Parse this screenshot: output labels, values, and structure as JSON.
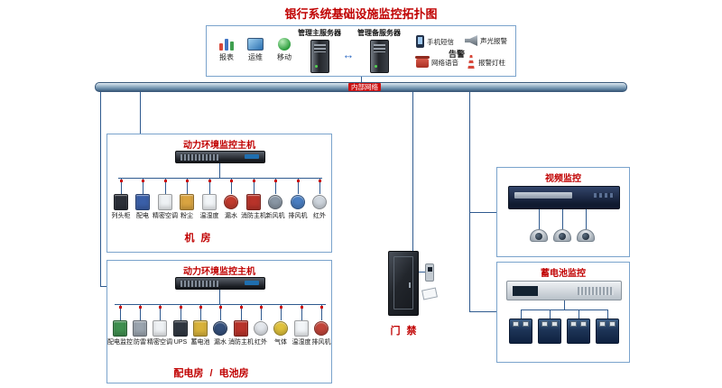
{
  "page": {
    "title": "银行系统基础设施监控拓扑图"
  },
  "network": {
    "bus_label": "内部网络"
  },
  "icons": {
    "sync_arrow": "↔"
  },
  "management": {
    "clients": [
      {
        "label": "报表"
      },
      {
        "label": "运维"
      },
      {
        "label": "移动"
      }
    ],
    "primary_server": {
      "label": "管理主服务器"
    },
    "backup_server": {
      "label": "管理备服务器"
    },
    "alarm": {
      "label": "告警",
      "outputs": [
        {
          "label": "手机短信"
        },
        {
          "label": "网络语音"
        },
        {
          "label": "声光报警"
        },
        {
          "label": "报警灯柱"
        }
      ]
    }
  },
  "machine_room": {
    "host_label": "动力环境监控主机",
    "room_label": "机 房",
    "devices": [
      {
        "label": "列头柜",
        "color": "#2b2f38"
      },
      {
        "label": "配电",
        "color": "#3a5fa8"
      },
      {
        "label": "精密空调",
        "color": "#eef1f4"
      },
      {
        "label": "粉尘",
        "color": "#d9a441"
      },
      {
        "label": "温湿度",
        "color": "#f2f5f8"
      },
      {
        "label": "漏水",
        "color": "#c23b2e"
      },
      {
        "label": "消防主机",
        "color": "#b8332a"
      },
      {
        "label": "新风机",
        "color": "#8a97a5"
      },
      {
        "label": "排风机",
        "color": "#4a7ec2"
      },
      {
        "label": "红外",
        "color": "#cfd6de"
      }
    ]
  },
  "power_room": {
    "host_label": "动力环境监控主机",
    "room_label": "配电房 / 电池房",
    "devices": [
      {
        "label": "配电监控",
        "color": "#3f8f4f"
      },
      {
        "label": "防雷",
        "color": "#9aa4ae"
      },
      {
        "label": "精密空调",
        "color": "#eef1f4"
      },
      {
        "label": "UPS",
        "color": "#2f3640"
      },
      {
        "label": "蓄电池",
        "color": "#d8b23a"
      },
      {
        "label": "漏水",
        "color": "#35507c"
      },
      {
        "label": "消防主机",
        "color": "#b8332a"
      },
      {
        "label": "红外",
        "color": "#e3e7ec"
      },
      {
        "label": "气体",
        "color": "#e0c23c"
      },
      {
        "label": "温湿度",
        "color": "#f2f5f8"
      },
      {
        "label": "排风机",
        "color": "#c2453a"
      }
    ]
  },
  "access_control": {
    "label": "门 禁"
  },
  "video": {
    "title": "视频监控",
    "camera_count": 3
  },
  "battery": {
    "title": "蓄电池监控",
    "battery_count": 4
  },
  "colors": {
    "accent_red": "#c00000",
    "line": "#2f5a8f",
    "bus_label_bg": "#cc1111"
  }
}
